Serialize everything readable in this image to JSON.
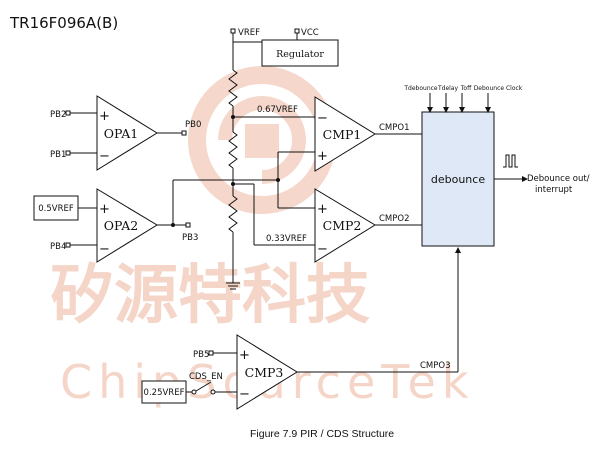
{
  "title": "TR16F096A(B)",
  "caption": "Figure 7.9 PIR / CDS Structure",
  "watermark": {
    "chinese": "矽源特科技",
    "english": "ChipSourceTek",
    "logo": "ChipSourceTek logo"
  },
  "power": {
    "vref": "VREF",
    "vcc": "VCC",
    "regulator": "Regulator"
  },
  "opamps": {
    "opa1": {
      "label": "OPA1",
      "in_plus": "PB2",
      "in_minus": "PB1",
      "out": "PB0"
    },
    "opa2": {
      "label": "OPA2",
      "in_plus": "0.5VREF",
      "in_minus": "PB4",
      "out": "PB3"
    }
  },
  "comparators": {
    "cmp1": {
      "label": "CMP1",
      "ref": "0.67VREF",
      "out": "CMPO1"
    },
    "cmp2": {
      "label": "CMP2",
      "ref": "0.33VREF",
      "out": "CMPO2"
    },
    "cmp3": {
      "label": "CMP3",
      "in_plus": "PB5",
      "ref": "0.25VREF",
      "switch": "CDS_EN",
      "out": "CMPO3"
    }
  },
  "debounce": {
    "label": "debounce",
    "inputs": [
      "Tdebounce",
      "Tdelay",
      "Toff",
      "Debounce Clock"
    ],
    "output_line1": "Debounce out/",
    "output_line2": "interrupt"
  },
  "signs": {
    "plus": "+",
    "minus": "−"
  }
}
